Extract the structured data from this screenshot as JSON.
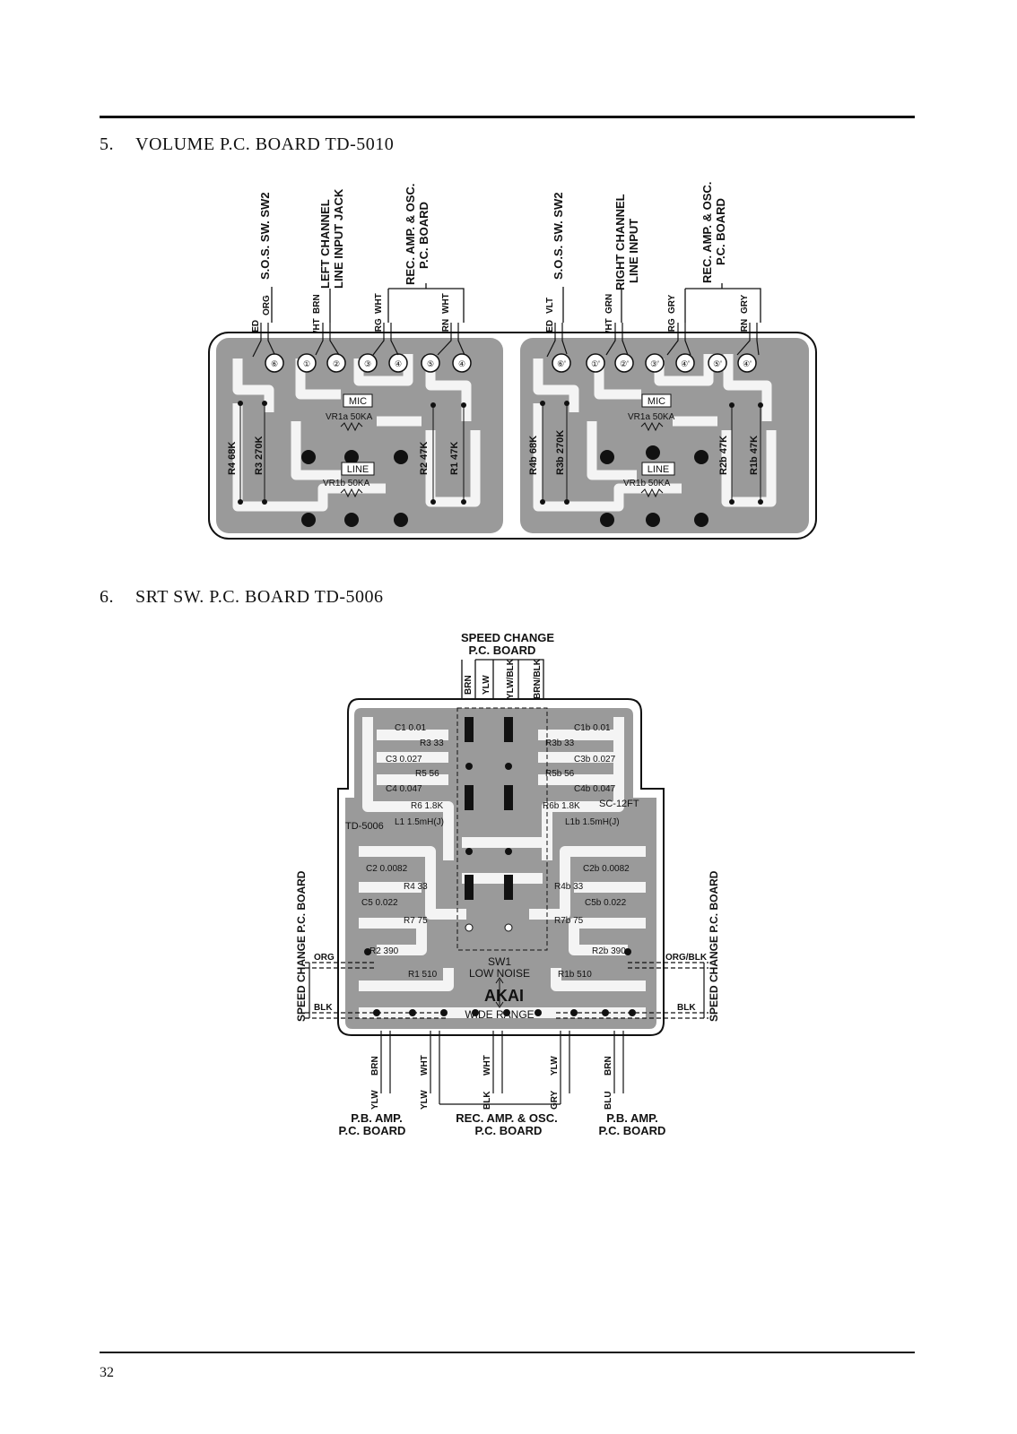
{
  "page_number": "32",
  "section5": {
    "number": "5.",
    "title": "VOLUME P.C. BOARD TD-5010",
    "top_labels": {
      "sos_left": "S.O.S. SW. SW2",
      "left_channel_1": "LEFT CHANNEL",
      "left_channel_2": "LINE INPUT JACK",
      "rec_amp_left_1": "REC. AMP. & OSC.",
      "rec_amp_left_2": "P.C. BOARD",
      "sos_right": "S.O.S. SW. SW2",
      "right_channel_1": "RIGHT CHANNEL",
      "right_channel_2": "LINE INPUT",
      "rec_amp_right_1": "REC. AMP. & OSC.",
      "rec_amp_right_2": "P.C. BOARD"
    },
    "wire_labels": [
      "RED",
      "ORG",
      "WHT",
      "BRN",
      "ORG",
      "WHT",
      "GRN",
      "WHT",
      "RED",
      "VLT",
      "WHT",
      "GRN",
      "ORG",
      "GRY",
      "GRN",
      "GRY"
    ],
    "terminals_left": [
      "⑥",
      "①",
      "②",
      "③",
      "④",
      "⑤",
      "④"
    ],
    "terminals_right": [
      "⑥'",
      "①'",
      "②'",
      "③'",
      "④'",
      "⑤'",
      "④'"
    ],
    "mic_label": "MIC",
    "line_label": "LINE",
    "vr1a": "VR1a 50KA",
    "vr1b": "VR1b 50KA",
    "vr_right_a": "VR1a 50KA",
    "vr_right_b": "VR1b 50KA",
    "r4": "R4 68K",
    "r3": "R3 270K",
    "r2": "R2 47K",
    "r1": "R1 47K",
    "r4b": "R4b 68K",
    "r3b": "R3b 270K",
    "r2b": "R2b 47K",
    "r1b": "R1b 47K"
  },
  "section6": {
    "number": "6.",
    "title": "SRT SW. P.C. BOARD TD-5006",
    "top_1": "SPEED CHANGE",
    "top_2": "P.C. BOARD",
    "top_wires": [
      "BRN",
      "YLW",
      "YLW/BLK",
      "BRN/BLK"
    ],
    "side_left": "SPEED CHANGE P.C. BOARD",
    "side_right": "SPEED CHANGE P.C. BOARD",
    "org": "ORG",
    "blk_left": "BLK",
    "org_blk": "ORG/BLK",
    "blk_right": "BLK",
    "left_parts": [
      "C1 0.01",
      "R3 33",
      "C3 0.027",
      "R5 56",
      "C4 0.047",
      "R6 1.8K",
      "L1 1.5mH(J)",
      "C2 0.0082",
      "R4 33",
      "C5 0.022",
      "R7 75",
      "R2 390",
      "R1 510"
    ],
    "right_parts": [
      "C1b 0.01",
      "R3b 33",
      "C3b 0.027",
      "R5b 56",
      "C4b 0.047",
      "R6b 1.8K",
      "L1b 1.5mH(J)",
      "C2b 0.0082",
      "R4b 33",
      "C5b 0.022",
      "R7b 75",
      "R2b 390",
      "R1b 510"
    ],
    "board_id": "TD-5006",
    "sc_label": "SC-12FT",
    "sw1": "SW1",
    "low_noise": "LOW NOISE",
    "wide_range": "WIDE RANGE",
    "akai": "AKAI",
    "bottom_wires": [
      "BRN",
      "YLW",
      "WHT",
      "YLW",
      "WHT",
      "BLK",
      "YLW",
      "GRY",
      "BRN",
      "BLU"
    ],
    "bottom_left_1": "P.B. AMP.",
    "bottom_left_2": "P.C. BOARD",
    "bottom_mid_1": "REC. AMP. & OSC.",
    "bottom_mid_2": "P.C. BOARD",
    "bottom_right_1": "P.B. AMP.",
    "bottom_right_2": "P.C. BOARD"
  },
  "colors": {
    "ink": "#111111",
    "board": "#9a9a9a",
    "trace": "#f4f4f4"
  }
}
